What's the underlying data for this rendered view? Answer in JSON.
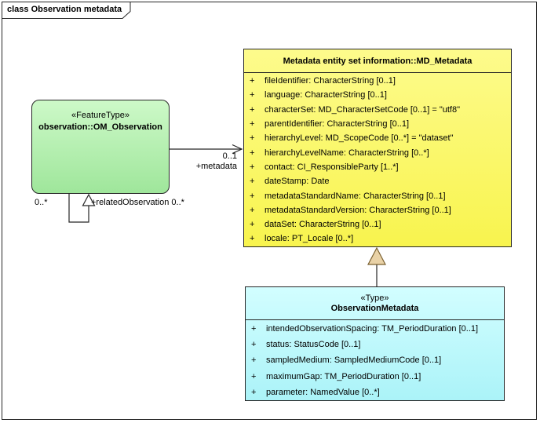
{
  "frame": {
    "label": "class Observation metadata"
  },
  "classes": {
    "om_observation": {
      "stereotype": "«FeatureType»",
      "name": "observation::OM_Observation"
    },
    "md_metadata": {
      "title": "Metadata entity set information::MD_Metadata",
      "attributes": [
        {
          "visibility": "+",
          "signature": "fileIdentifier: CharacterString [0..1]"
        },
        {
          "visibility": "+",
          "signature": "language: CharacterString [0..1]"
        },
        {
          "visibility": "+",
          "signature": "characterSet: MD_CharacterSetCode [0..1] = \"utf8\""
        },
        {
          "visibility": "+",
          "signature": "parentIdentifier: CharacterString [0..1]"
        },
        {
          "visibility": "+",
          "signature": "hierarchyLevel: MD_ScopeCode [0..*] = \"dataset\""
        },
        {
          "visibility": "+",
          "signature": "hierarchyLevelName: CharacterString [0..*]"
        },
        {
          "visibility": "+",
          "signature": "contact: CI_ResponsibleParty [1..*]"
        },
        {
          "visibility": "+",
          "signature": "dateStamp: Date"
        },
        {
          "visibility": "+",
          "signature": "metadataStandardName: CharacterString [0..1]"
        },
        {
          "visibility": "+",
          "signature": "metadataStandardVersion: CharacterString [0..1]"
        },
        {
          "visibility": "+",
          "signature": "dataSet: CharacterString [0..1]"
        },
        {
          "visibility": "+",
          "signature": "locale: PT_Locale [0..*]"
        }
      ]
    },
    "observation_metadata": {
      "stereotype": "«Type»",
      "name": "ObservationMetadata",
      "attributes": [
        {
          "visibility": "+",
          "signature": "intendedObservationSpacing: TM_PeriodDuration [0..1]"
        },
        {
          "visibility": "+",
          "signature": "status: StatusCode [0..1]"
        },
        {
          "visibility": "+",
          "signature": "sampledMedium: SampledMediumCode [0..1]"
        },
        {
          "visibility": "+",
          "signature": "maximumGap: TM_PeriodDuration [0..1]"
        },
        {
          "visibility": "+",
          "signature": "parameter: NamedValue [0..*]"
        }
      ]
    }
  },
  "connectors": {
    "metadata_association": {
      "target_multiplicity": "0..1",
      "target_role": "+metadata"
    },
    "related_observation": {
      "source_multiplicity": "0..*",
      "label": "+relatedObservation 0..*"
    }
  },
  "colors": {
    "line_color": "#262626",
    "feature_fill_top": "#CDF9C8",
    "feature_fill_bottom": "#9FE69B",
    "metadata_fill_top": "#FDFB8C",
    "metadata_fill_bottom": "#F8F44E",
    "type_fill_top": "#D2FEFF",
    "type_fill_bottom": "#ABF3F8",
    "generalization_arrow_fill": "#E9D2A7",
    "generalization_arrow_stroke": "#7A6030"
  }
}
